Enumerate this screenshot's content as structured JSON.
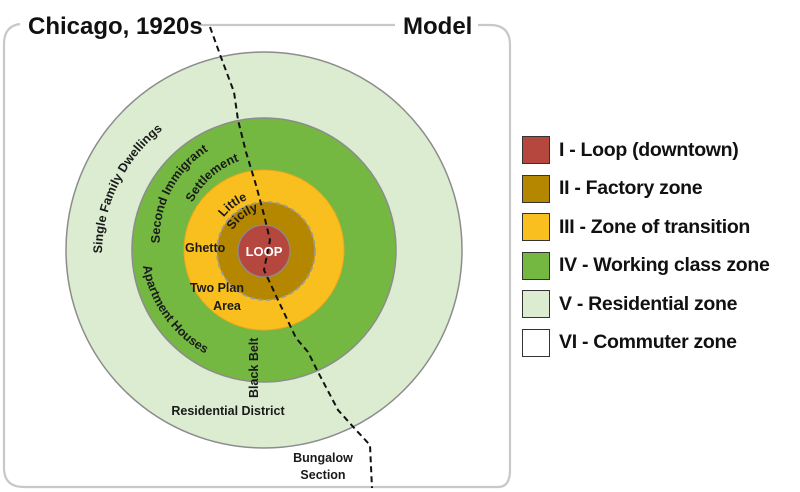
{
  "header": {
    "title_left": "Chicago, 1920s",
    "title_right": "Model"
  },
  "colors": {
    "loop": "#b5473f",
    "factory": "#b58600",
    "transition": "#f9bf1f",
    "working_class": "#74b842",
    "residential": "#dbecd1",
    "commuter": "#ffffff",
    "ring_stroke": "#8c8c8c",
    "frame": "#c8c8c8"
  },
  "zone_labels": {
    "loop": "LOOP",
    "little_sicily": [
      "Little",
      "Sicily"
    ],
    "ghetto": "Ghetto",
    "two_plan_area": [
      "Two Plan",
      "Area"
    ],
    "second_immigrant": [
      "Second Immigrant",
      "Settlement"
    ],
    "apartment_houses": "Apartment Houses",
    "black_belt": "Black Belt",
    "single_family": "Single Family Dwellings",
    "residential_district": "Residential District",
    "bungalow_section": [
      "Bungalow",
      "Section"
    ]
  },
  "legend": {
    "items": [
      {
        "label": "I - Loop (downtown)",
        "color": "#b5473f"
      },
      {
        "label": "II - Factory zone",
        "color": "#b58600"
      },
      {
        "label": "III - Zone of transition",
        "color": "#f9bf1f"
      },
      {
        "label": "IV - Working class zone",
        "color": "#74b842"
      },
      {
        "label": "V - Residential zone",
        "color": "#dbecd1"
      },
      {
        "label": "VI - Commuter zone",
        "color": "#ffffff"
      }
    ]
  }
}
